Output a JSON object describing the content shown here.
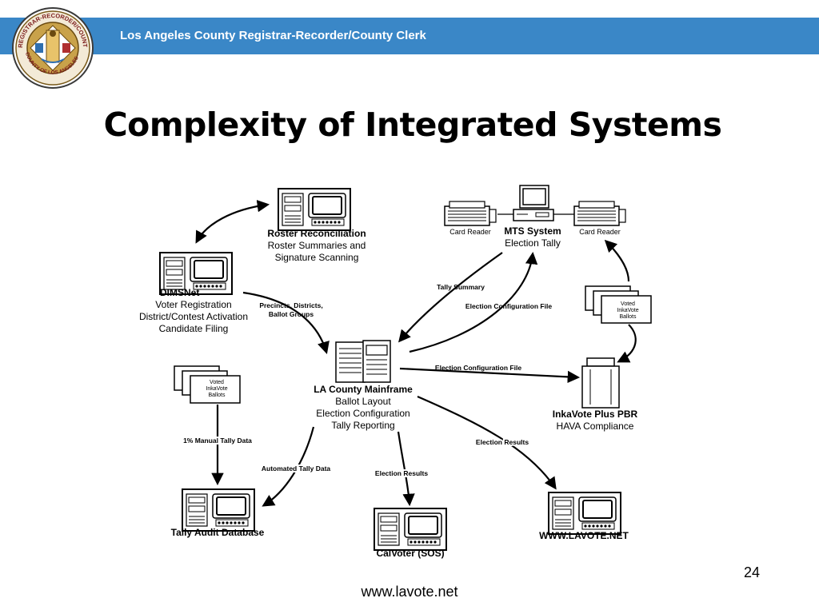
{
  "header": {
    "title": "Los Angeles County Registrar-Recorder/County Clerk",
    "accent_color": "#3a87c7"
  },
  "seal": {
    "icon": "county-seal-icon",
    "text": "REGISTRAR-RECORDER/COUNTY CLERK · COUNTY OF LOS ANGELES · CALIFORNIA"
  },
  "slide": {
    "title": "Complexity of Integrated Systems",
    "page_number": "24",
    "footer_url": "www.lavote.net"
  },
  "nodes": {
    "roster": {
      "title": "Roster Reconciliation",
      "line1": "Roster Summaries and",
      "line2": "Signature Scanning",
      "icon": "workstation-icon"
    },
    "dimsnet": {
      "title": "DIMSNet",
      "line1": "Voter Registration",
      "line2": "District/Contest Activation",
      "line3": "Candidate Filing",
      "icon": "workstation-icon"
    },
    "mts": {
      "title": "MTS System",
      "line1": "Election Tally",
      "left_reader": "Card Reader",
      "right_reader": "Card Reader",
      "icon": "pc-with-card-readers-icon"
    },
    "mainframe": {
      "title": "LA County Mainframe",
      "line1": "Ballot Layout",
      "line2": "Election Configuration",
      "line3": "Tally Reporting",
      "icon": "mainframe-icon"
    },
    "inkavote": {
      "title": "InkaVote Plus PBR",
      "line1": "HAVA Compliance",
      "icon": "ballot-box-icon"
    },
    "voted_right": {
      "line1": "Voted",
      "line2": "InkaVote",
      "line3": "Ballots",
      "icon": "ballot-stack-icon"
    },
    "voted_left": {
      "line1": "Voted",
      "line2": "InkaVote",
      "line3": "Ballots",
      "icon": "ballot-stack-icon"
    },
    "tally_audit": {
      "title": "Tally Audit Database",
      "icon": "workstation-icon"
    },
    "calvoter": {
      "title": "CalVoter (SOS)",
      "icon": "workstation-icon"
    },
    "lavote": {
      "title": "WWW.LAVOTE.NET",
      "icon": "workstation-icon"
    }
  },
  "edges": {
    "precincts_line1": "Precincts, Districts,",
    "precincts_line2": "Ballot Groups",
    "tally_summary": "Tally Summary",
    "election_config_to_mts": "Election Configuration File",
    "election_config_to_pbr": "Election Configuration File",
    "manual_tally": "1% Manual Tally Data",
    "automated_tally": "Automated Tally Data",
    "election_results_calvoter": "Election Results",
    "election_results_lavote": "Election Results"
  }
}
